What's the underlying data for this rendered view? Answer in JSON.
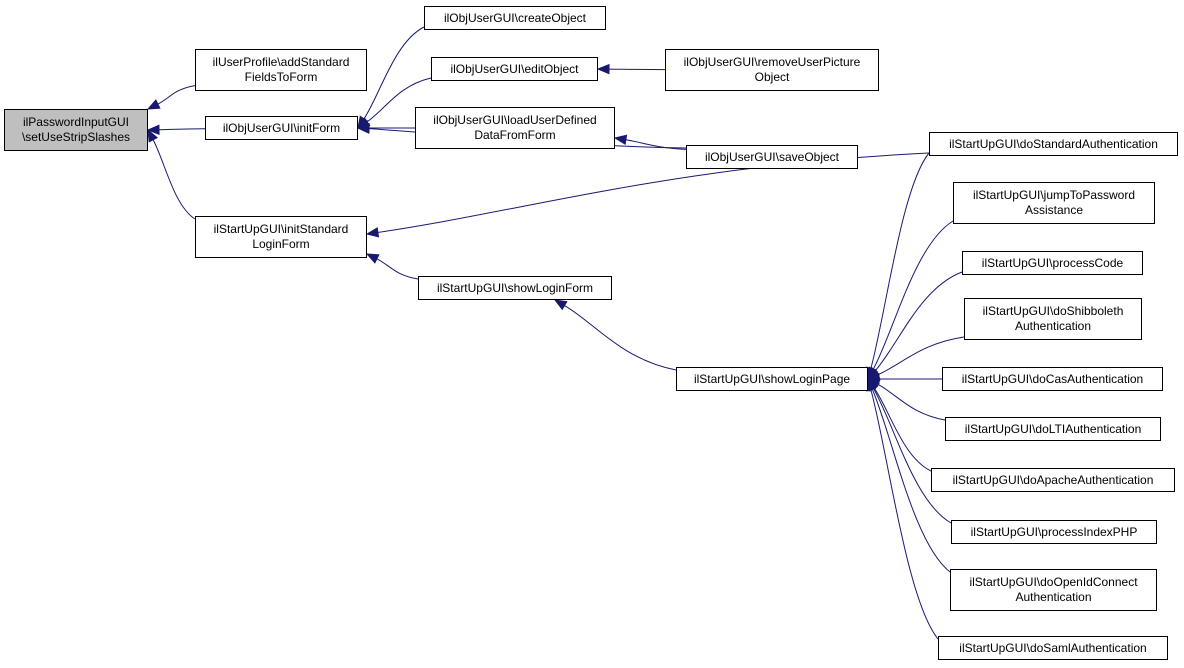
{
  "colors": {
    "edge": "#191970",
    "node_border": "#000000",
    "focus_fill": "#bfbfbf",
    "node_fill": "#ffffff"
  },
  "nodes": {
    "setUseStripSlashes": {
      "line1": "ilPasswordInputGUI",
      "line2": "\\setUseStripSlashes"
    },
    "addStandardFieldsToForm": {
      "line1": "ilUserProfile\\addStandard",
      "line2": "FieldsToForm"
    },
    "initForm": {
      "line1": "ilObjUserGUI\\initForm"
    },
    "initStandardLoginForm": {
      "line1": "ilStartUpGUI\\initStandard",
      "line2": "LoginForm"
    },
    "createObject": {
      "line1": "ilObjUserGUI\\createObject"
    },
    "editObject": {
      "line1": "ilObjUserGUI\\editObject"
    },
    "loadUserDefinedDataFromForm": {
      "line1": "ilObjUserGUI\\loadUserDefined",
      "line2": "DataFromForm"
    },
    "removeUserPictureObject": {
      "line1": "ilObjUserGUI\\removeUserPicture",
      "line2": "Object"
    },
    "saveObject": {
      "line1": "ilObjUserGUI\\saveObject"
    },
    "showLoginForm": {
      "line1": "ilStartUpGUI\\showLoginForm"
    },
    "showLoginPage": {
      "line1": "ilStartUpGUI\\showLoginPage"
    },
    "doStandardAuthentication": {
      "line1": "ilStartUpGUI\\doStandardAuthentication"
    },
    "jumpToPasswordAssistance": {
      "line1": "ilStartUpGUI\\jumpToPassword",
      "line2": "Assistance"
    },
    "processCode": {
      "line1": "ilStartUpGUI\\processCode"
    },
    "doShibbolethAuthentication": {
      "line1": "ilStartUpGUI\\doShibboleth",
      "line2": "Authentication"
    },
    "doCasAuthentication": {
      "line1": "ilStartUpGUI\\doCasAuthentication"
    },
    "doLTIAuthentication": {
      "line1": "ilStartUpGUI\\doLTIAuthentication"
    },
    "doApacheAuthentication": {
      "line1": "ilStartUpGUI\\doApacheAuthentication"
    },
    "processIndexPHP": {
      "line1": "ilStartUpGUI\\processIndexPHP"
    },
    "doOpenIdConnectAuthentication": {
      "line1": "ilStartUpGUI\\doOpenIdConnect",
      "line2": "Authentication"
    },
    "doSamlAuthentication": {
      "line1": "ilStartUpGUI\\doSamlAuthentication"
    }
  },
  "edges": [
    {
      "from": "addStandardFieldsToForm",
      "to": "setUseStripSlashes"
    },
    {
      "from": "initForm",
      "to": "setUseStripSlashes"
    },
    {
      "from": "initStandardLoginForm",
      "to": "setUseStripSlashes"
    },
    {
      "from": "createObject",
      "to": "initForm"
    },
    {
      "from": "editObject",
      "to": "initForm"
    },
    {
      "from": "loadUserDefinedDataFromForm",
      "to": "initForm"
    },
    {
      "from": "saveObject",
      "to": "initForm"
    },
    {
      "from": "removeUserPictureObject",
      "to": "editObject"
    },
    {
      "from": "saveObject",
      "to": "loadUserDefinedDataFromForm"
    },
    {
      "from": "doStandardAuthentication",
      "to": "initStandardLoginForm"
    },
    {
      "from": "showLoginForm",
      "to": "initStandardLoginForm"
    },
    {
      "from": "showLoginPage",
      "to": "showLoginForm"
    },
    {
      "from": "doStandardAuthentication",
      "to": "showLoginPage"
    },
    {
      "from": "jumpToPasswordAssistance",
      "to": "showLoginPage"
    },
    {
      "from": "processCode",
      "to": "showLoginPage"
    },
    {
      "from": "doShibbolethAuthentication",
      "to": "showLoginPage"
    },
    {
      "from": "doCasAuthentication",
      "to": "showLoginPage"
    },
    {
      "from": "doLTIAuthentication",
      "to": "showLoginPage"
    },
    {
      "from": "doApacheAuthentication",
      "to": "showLoginPage"
    },
    {
      "from": "processIndexPHP",
      "to": "showLoginPage"
    },
    {
      "from": "doOpenIdConnectAuthentication",
      "to": "showLoginPage"
    },
    {
      "from": "doSamlAuthentication",
      "to": "showLoginPage"
    }
  ]
}
